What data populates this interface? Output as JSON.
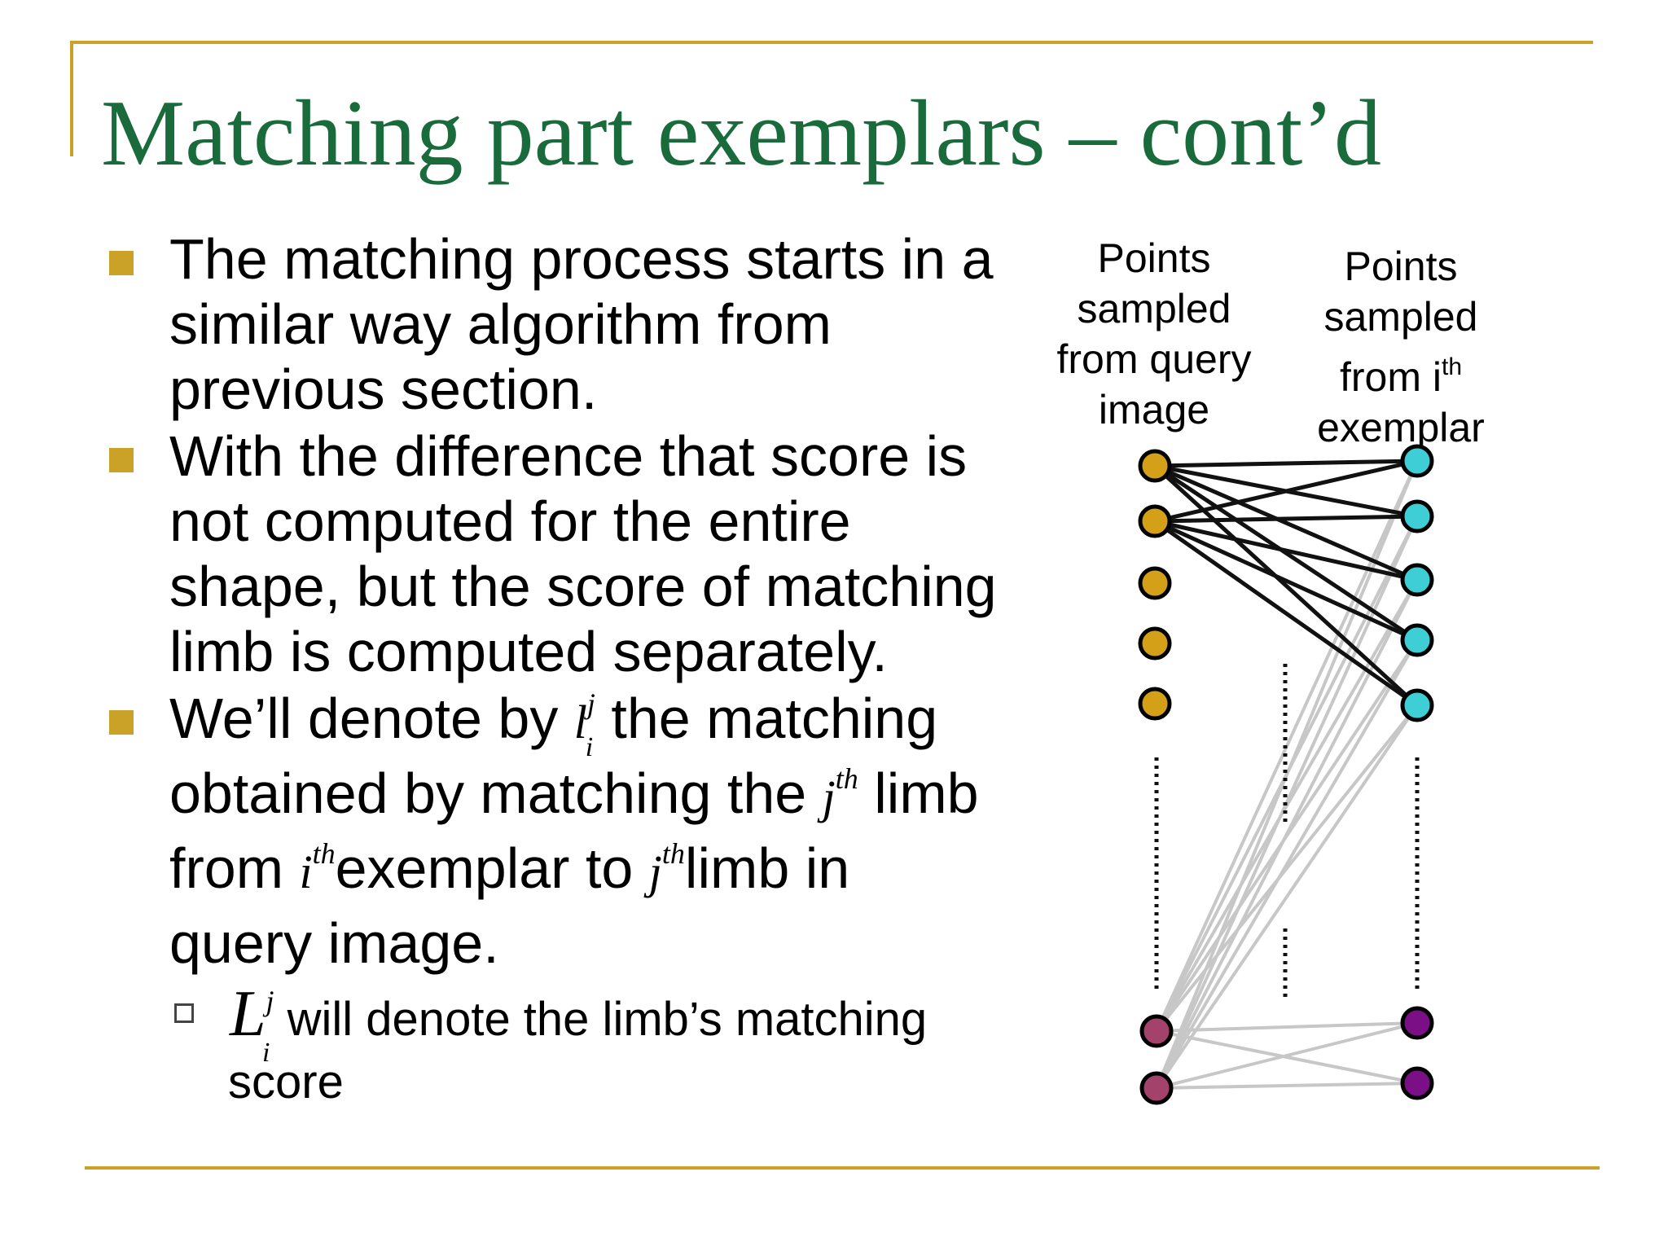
{
  "title": "Matching part exemplars – cont’d",
  "bullets": [
    {
      "lines": [
        "The matching process starts in a",
        "similar way algorithm from",
        "previous section."
      ]
    },
    {
      "lines": [
        "With the difference that score is",
        "not computed for the entire",
        "shape, but the score of matching",
        "limb is computed separately."
      ]
    },
    {
      "line1_before": "We’ll denote by",
      "line1_after": "the matching",
      "line2_before": "obtained by matching the",
      "line2_after": "limb",
      "line3_before": "from",
      "line3_mid": "exemplar to",
      "line3_after": "limb in",
      "line4": "query image."
    }
  ],
  "math": {
    "l": "l",
    "i": "i",
    "j": "j",
    "th": "th",
    "L": "L"
  },
  "sub_bullet": {
    "text_after": "will denote the limb’s matching",
    "line2": "score"
  },
  "diagram": {
    "left_header": [
      "Points",
      "sampled",
      "from query",
      "image"
    ],
    "right_header": [
      "Points",
      "sampled",
      "from i",
      "exemplar"
    ],
    "right_header_sup": "th",
    "colors": {
      "query_top": "#d4a017",
      "query_bottom": "#a3436b",
      "exemplar_top": "#3ecfd6",
      "exemplar_bottom": "#7b0f86",
      "strong_edge": "#111111",
      "weak_edge": "#c7c7c7"
    }
  }
}
